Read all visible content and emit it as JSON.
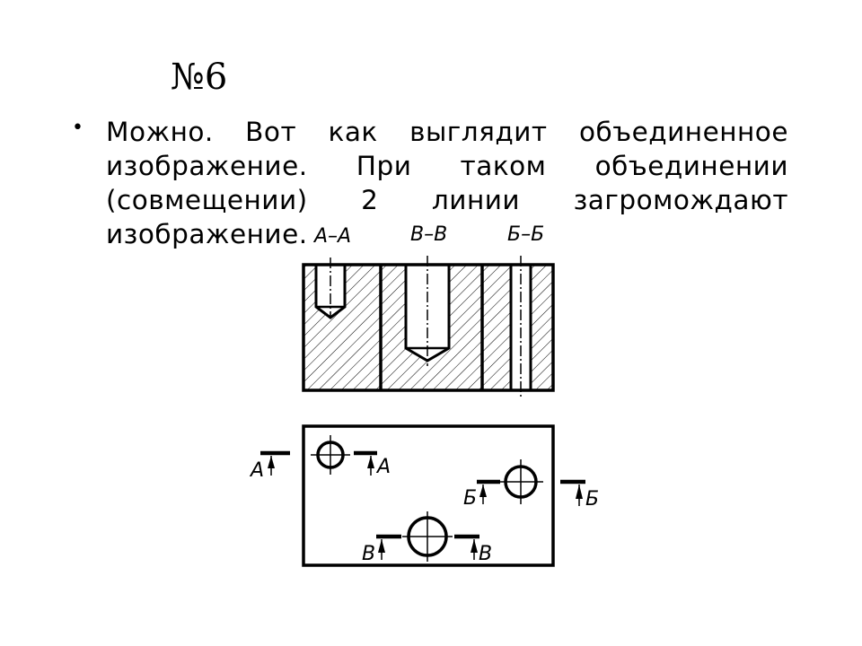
{
  "slide": {
    "title": "№6",
    "bullet_text": "Можно. Вот как выглядит объединенное изображение. При таком объединении (совмещении) 2 линии загромождают изображение."
  },
  "drawing": {
    "section_labels": {
      "a": "А–А",
      "v": "В–В",
      "b": "Б–Б"
    },
    "cut_labels": {
      "a": "А",
      "b": "Б",
      "v": "В"
    }
  }
}
